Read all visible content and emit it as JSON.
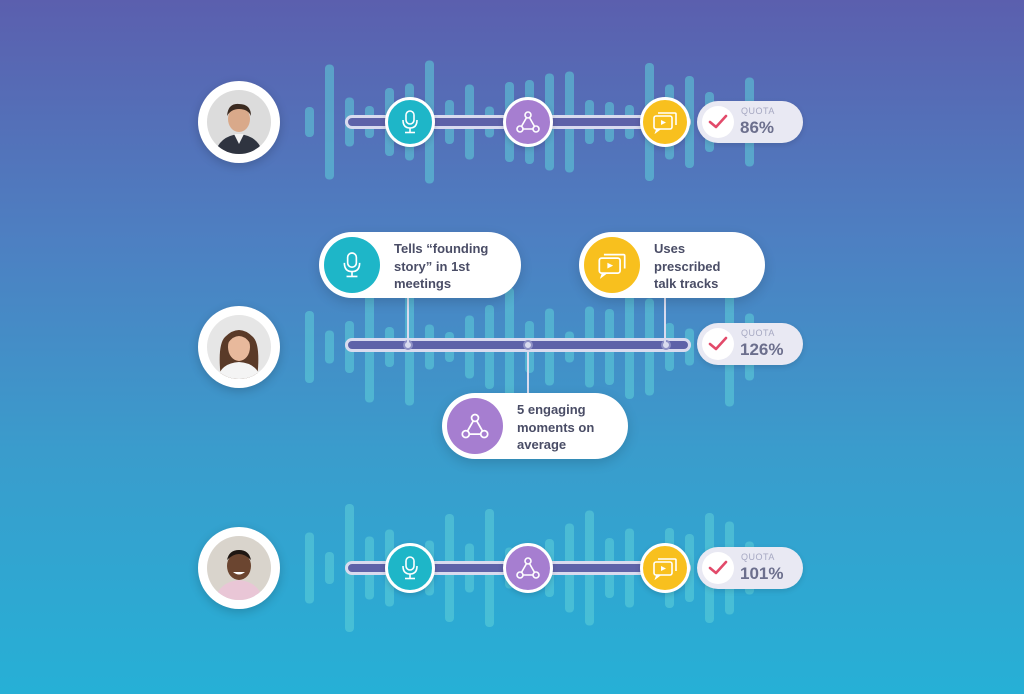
{
  "colors": {
    "teal": "#1eb6c8",
    "purple": "#a67ed0",
    "yellow": "#f8c01e",
    "check": "#e24a6a",
    "track": "#5e62a8"
  },
  "icons": {
    "story": "microphone-icon",
    "engaging": "share-network-icon",
    "talk_tracks": "video-chat-icon",
    "quota": "checkmark-icon"
  },
  "reps": [
    {
      "quota_label": "QUOTA",
      "quota_value": "86%"
    },
    {
      "quota_label": "QUOTA",
      "quota_value": "126%"
    },
    {
      "quota_label": "QUOTA",
      "quota_value": "101%"
    }
  ],
  "callouts": {
    "story": "Tells “founding\nstory” in 1st\nmeetings",
    "talk_tracks": "Uses\nprescribed\ntalk tracks",
    "engaging": "5 engaging\nmoments on\naverage"
  }
}
